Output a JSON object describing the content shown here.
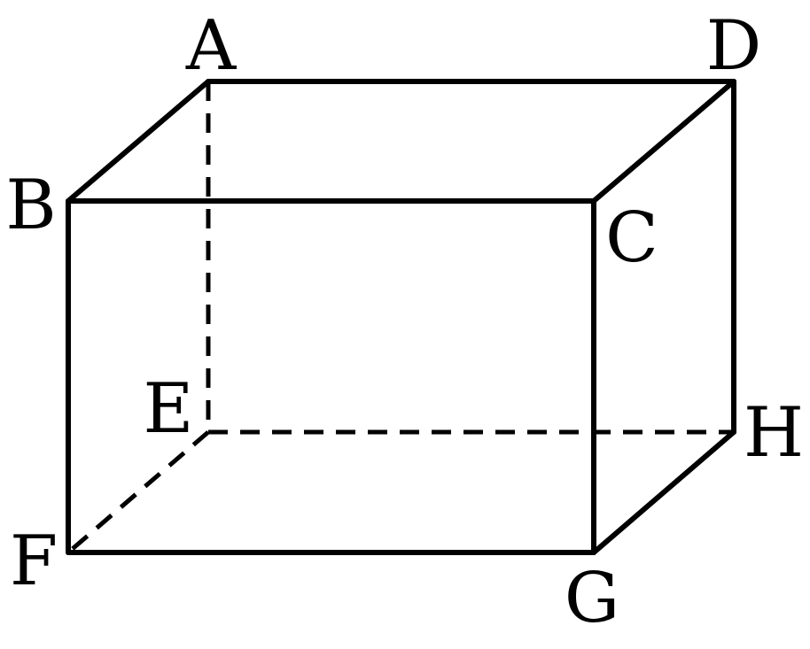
{
  "diagram": {
    "type": "rectangular-prism",
    "vertices": [
      {
        "id": "A",
        "label": "A"
      },
      {
        "id": "B",
        "label": "B"
      },
      {
        "id": "C",
        "label": "C"
      },
      {
        "id": "D",
        "label": "D"
      },
      {
        "id": "E",
        "label": "E"
      },
      {
        "id": "F",
        "label": "F"
      },
      {
        "id": "G",
        "label": "G"
      },
      {
        "id": "H",
        "label": "H"
      }
    ],
    "visible_edges": [
      [
        "A",
        "D"
      ],
      [
        "A",
        "B"
      ],
      [
        "D",
        "C"
      ],
      [
        "B",
        "C"
      ],
      [
        "B",
        "F"
      ],
      [
        "C",
        "G"
      ],
      [
        "D",
        "H"
      ],
      [
        "F",
        "G"
      ],
      [
        "G",
        "H"
      ]
    ],
    "hidden_edges": [
      [
        "A",
        "E"
      ],
      [
        "E",
        "H"
      ],
      [
        "E",
        "F"
      ]
    ],
    "colors": {
      "stroke": "#000000",
      "background": "#ffffff"
    }
  }
}
